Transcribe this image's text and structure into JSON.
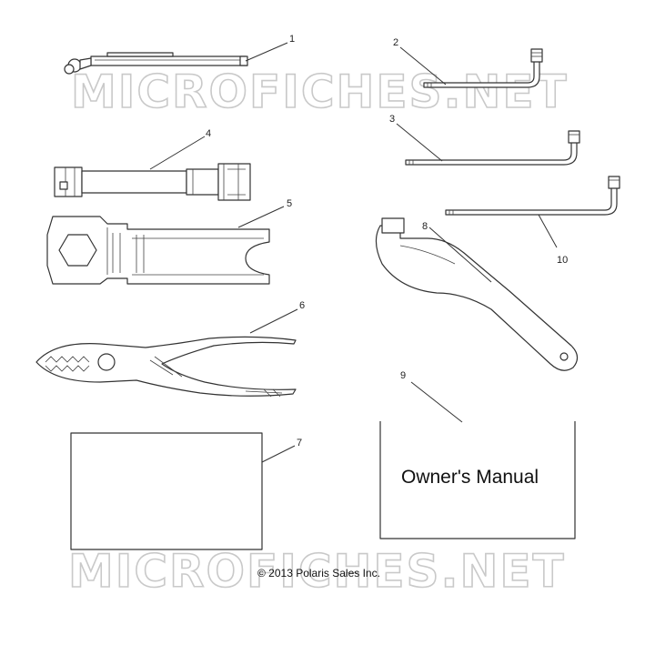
{
  "watermark": {
    "text": "MICROFICHES.NET"
  },
  "callouts": [
    "1",
    "2",
    "3",
    "4",
    "5",
    "6",
    "7",
    "8",
    "9",
    "10"
  ],
  "manual": {
    "title": "Owner's Manual"
  },
  "copyright": "© 2013 Polaris Sales Inc.",
  "parts": [
    {
      "callout": "1",
      "icon": "tool-pouch-icon"
    },
    {
      "callout": "2",
      "icon": "hex-key-icon"
    },
    {
      "callout": "3",
      "icon": "hex-key-icon"
    },
    {
      "callout": "4",
      "icon": "socket-extension-icon"
    },
    {
      "callout": "5",
      "icon": "spark-plug-wrench-icon"
    },
    {
      "callout": "6",
      "icon": "pliers-icon"
    },
    {
      "callout": "7",
      "icon": "card-icon"
    },
    {
      "callout": "8",
      "icon": "spanner-wrench-icon"
    },
    {
      "callout": "9",
      "icon": "owners-manual-icon"
    },
    {
      "callout": "10",
      "icon": "hex-key-icon"
    }
  ]
}
